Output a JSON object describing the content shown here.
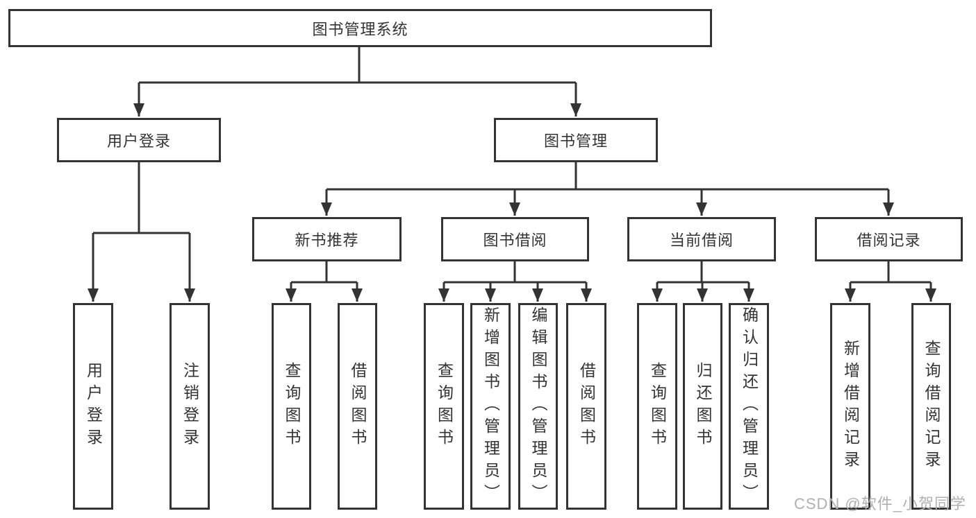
{
  "colors": {
    "line": "#333333",
    "text": "#333333",
    "background": "#ffffff",
    "watermark": "#b0b0b0"
  },
  "watermark": {
    "text": "CSDN @软件_小贺同学"
  },
  "hierarchy": {
    "root": {
      "label": "图书管理系统",
      "children": [
        {
          "label": "用户登录",
          "children": [
            {
              "label": "用户登录"
            },
            {
              "label": "注销登录"
            }
          ]
        },
        {
          "label": "图书管理",
          "children": [
            {
              "label": "新书推荐",
              "children": [
                {
                  "label": "查询图书"
                },
                {
                  "label": "借阅图书"
                }
              ]
            },
            {
              "label": "图书借阅",
              "children": [
                {
                  "label": "查询图书"
                },
                {
                  "label": "新增图书（管理员）"
                },
                {
                  "label": "编辑图书（管理员）"
                },
                {
                  "label": "借阅图书"
                }
              ]
            },
            {
              "label": "当前借阅",
              "children": [
                {
                  "label": "查询图书"
                },
                {
                  "label": "归还图书"
                },
                {
                  "label": "确认归还（管理员）"
                }
              ]
            },
            {
              "label": "借阅记录",
              "children": [
                {
                  "label": "新增借阅记录"
                },
                {
                  "label": "查询借阅记录"
                }
              ]
            }
          ]
        }
      ]
    }
  }
}
